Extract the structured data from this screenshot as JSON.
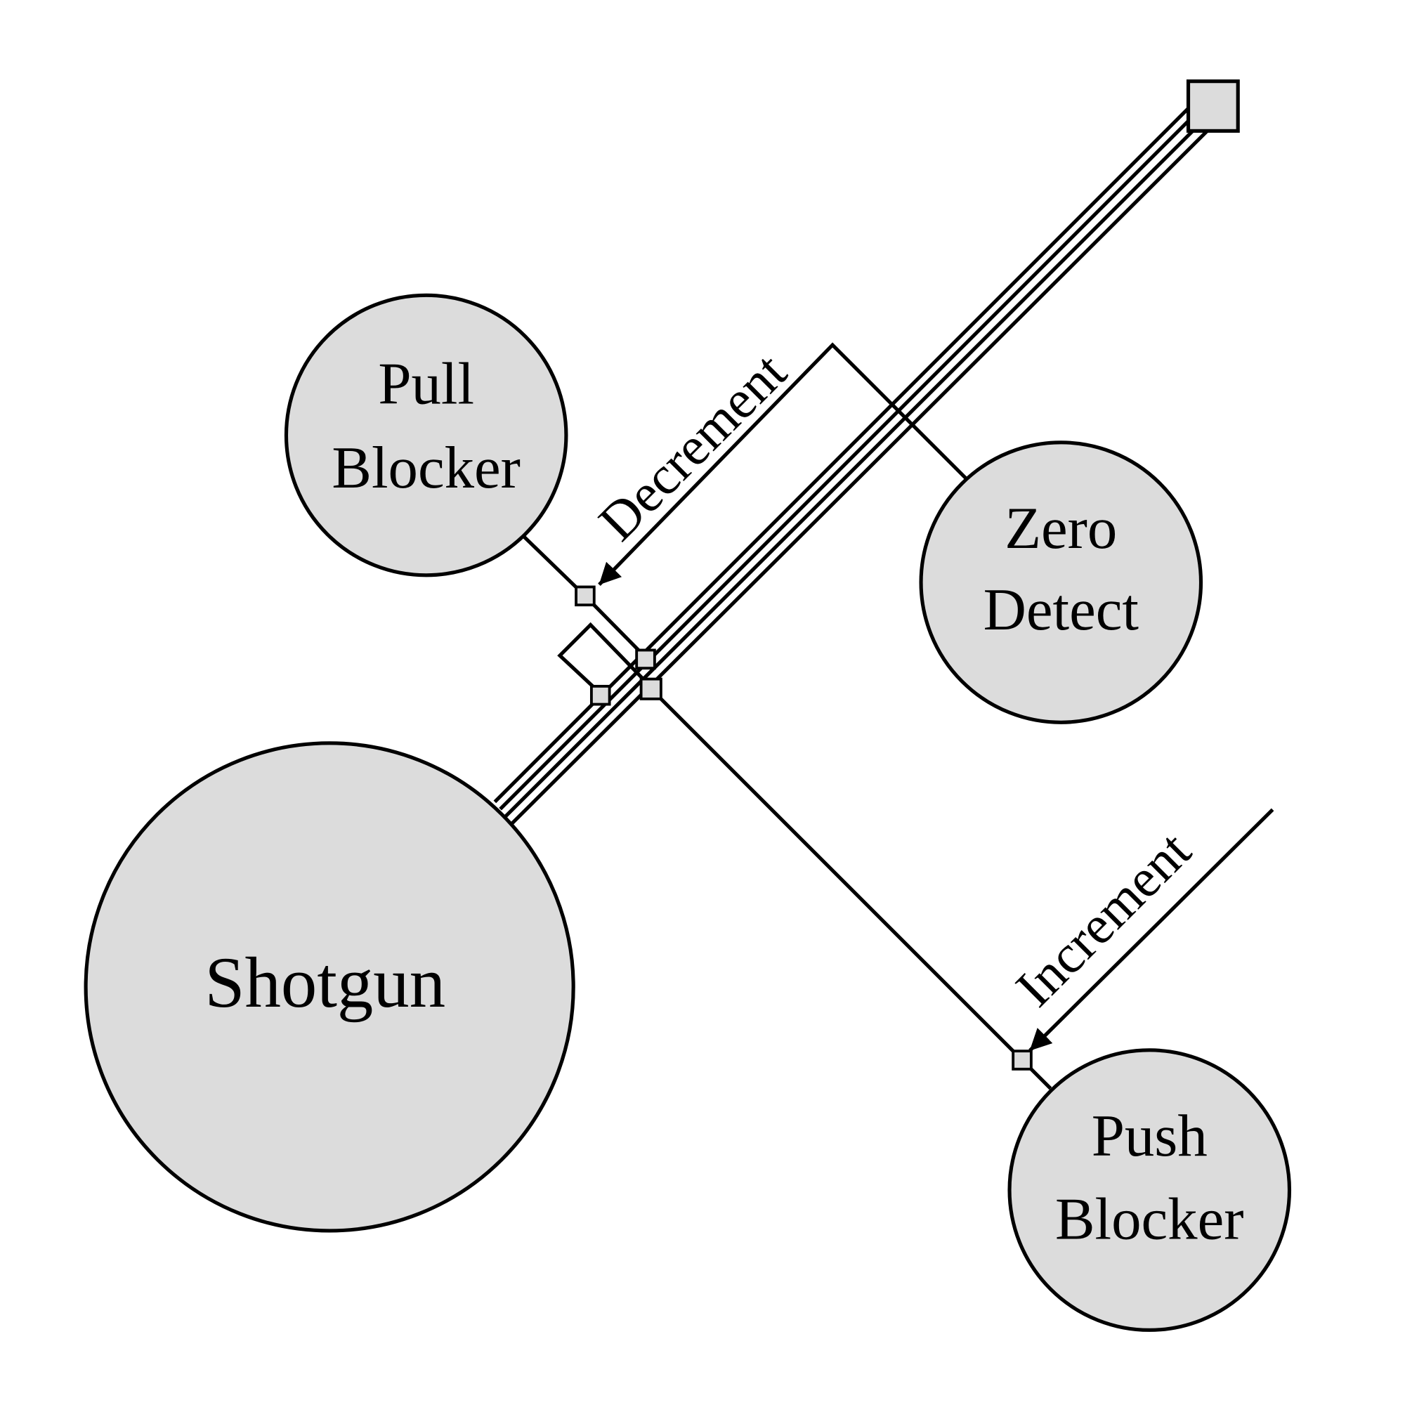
{
  "diagram": {
    "nodes": [
      {
        "id": "pull-blocker",
        "lines": [
          "Pull",
          "Blocker"
        ]
      },
      {
        "id": "zero-detect",
        "lines": [
          "Zero",
          "Detect"
        ]
      },
      {
        "id": "shotgun",
        "lines": [
          "Shotgun"
        ]
      },
      {
        "id": "push-blocker",
        "lines": [
          "Push",
          "Blocker"
        ]
      }
    ],
    "labels": {
      "decrement": "Decrement",
      "increment": "Increment"
    },
    "colors": {
      "node_fill": "#dcdcdc",
      "stroke": "#000000"
    }
  }
}
